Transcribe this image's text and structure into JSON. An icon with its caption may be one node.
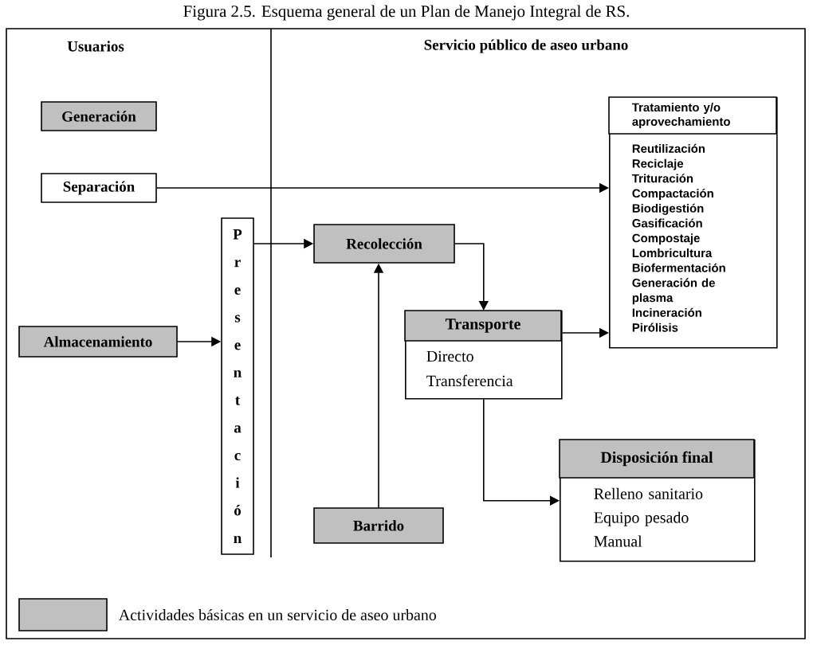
{
  "diagram": {
    "title": "Figura 2.5. Esquema general de un Plan de Manejo Integral de RS.",
    "nodes": [
      {
        "text": [
          "Generación"
        ]
      },
      {
        "text": [
          "Separación"
        ]
      },
      {
        "text": [
          "Almacenamiento"
        ]
      },
      {
        "text": [
          "Presentación"
        ]
      },
      {
        "text": [
          "Tratamiento y/o aprovechamiento",
          "Reutilización",
          "Reciclaje",
          "Trituración",
          "Compactación",
          "Biodigestión",
          "Gasificación",
          "Compostaje",
          "Lombricultura",
          "Biofermentación",
          "Generación de plasma",
          "Incineración",
          "Pirólisis"
        ]
      },
      {
        "text": [
          "Recolección"
        ]
      },
      {
        "text": [
          "Transporte",
          "Directo",
          "Transferencia"
        ]
      },
      {
        "text": [
          "Disposición final",
          "Relleno sanitario",
          "Equipo pesado",
          "Manual"
        ]
      },
      {
        "text": [
          "Barrido"
        ]
      }
    ],
    "edges": [
      {
        "from": 1,
        "to": 4,
        "arrow": "to"
      },
      {
        "from": 2,
        "to": 3,
        "arrow": "to"
      },
      {
        "from": 3,
        "to": 5,
        "arrow": "to"
      },
      {
        "from": 5,
        "to": 6,
        "arrow": "to"
      },
      {
        "from": 6,
        "to": 4,
        "arrow": "to"
      },
      {
        "from": 6,
        "to": 7,
        "arrow": "to"
      },
      {
        "from": 8,
        "to": 5,
        "arrow": "to"
      }
    ],
    "labels": [
      "Usuarios",
      "Servicio público de aseo urbano"
    ],
    "legend": [
      {
        "text": "Actividades básicas en un servicio de aseo urbano",
        "color": "#c0c0c0"
      }
    ]
  }
}
